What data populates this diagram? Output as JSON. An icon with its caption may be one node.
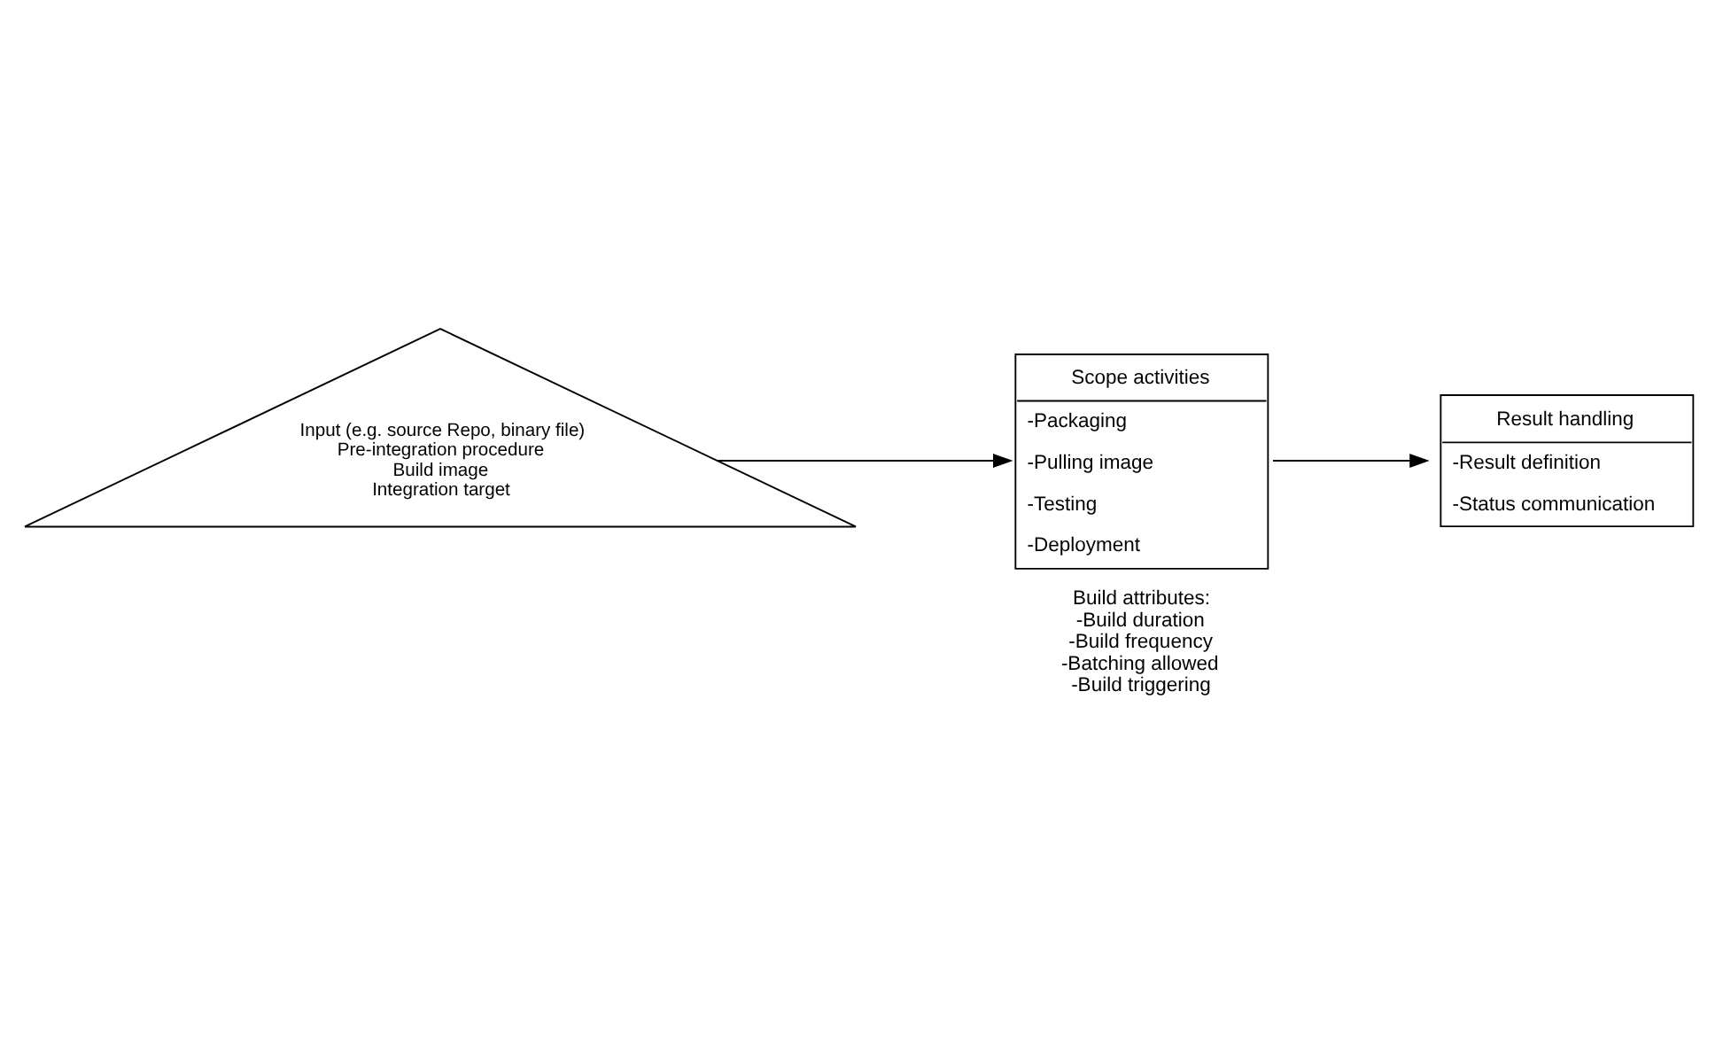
{
  "diagram": {
    "nodes": [
      {
        "text": [
          "Input (e.g. source Repo, binary file)",
          "Pre-integration procedure",
          "Build image",
          "Integration target"
        ]
      },
      {
        "text": [
          "Scope activities",
          "-Packaging",
          "-Pulling image",
          "-Testing",
          "-Deployment"
        ],
        "beside": [
          "Build attributes:",
          "-Build duration",
          "-Build frequency",
          "-Batching allowed",
          "-Build triggering"
        ]
      },
      {
        "text": [
          "Result handling",
          "-Result definition",
          "-Status communication"
        ]
      }
    ],
    "edges": [
      {
        "from": 0,
        "to": 1,
        "arrow": "to"
      },
      {
        "from": 1,
        "to": 2,
        "arrow": "to"
      }
    ]
  }
}
